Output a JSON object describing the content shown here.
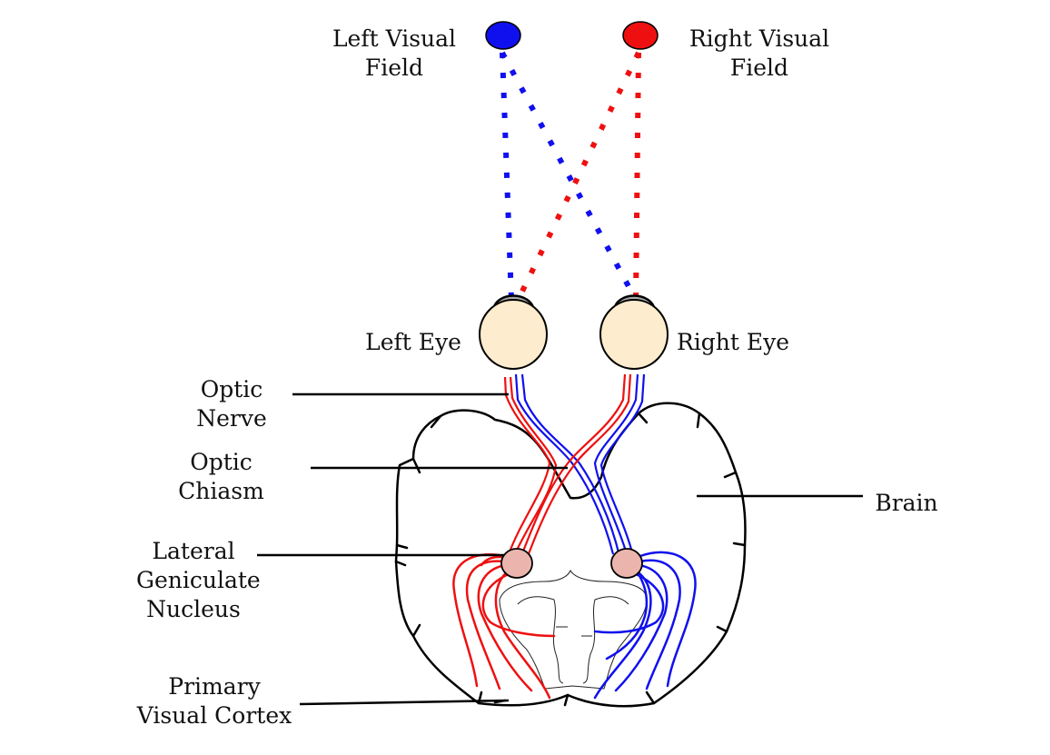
{
  "labels": {
    "left_visual_field": [
      "Left Visual",
      "Field"
    ],
    "right_visual_field": [
      "Right Visual",
      "Field"
    ],
    "left_eye": "Left Eye",
    "right_eye": "Right Eye",
    "optic_nerve": [
      "Optic",
      "Nerve"
    ],
    "optic_chiasm": [
      "Optic",
      "Chiasm"
    ],
    "lateral_geniculate_nucleus": [
      "Lateral",
      "Geniculate",
      "Nucleus"
    ],
    "primary_visual_cortex": [
      "Primary",
      "Visual Cortex"
    ],
    "brain": "Brain"
  },
  "colors": {
    "left_field": "#1010ee",
    "right_field": "#ee1010",
    "eyeball": "#fdeccd",
    "lgn": "#ebb5ad",
    "outline": "#000000"
  }
}
